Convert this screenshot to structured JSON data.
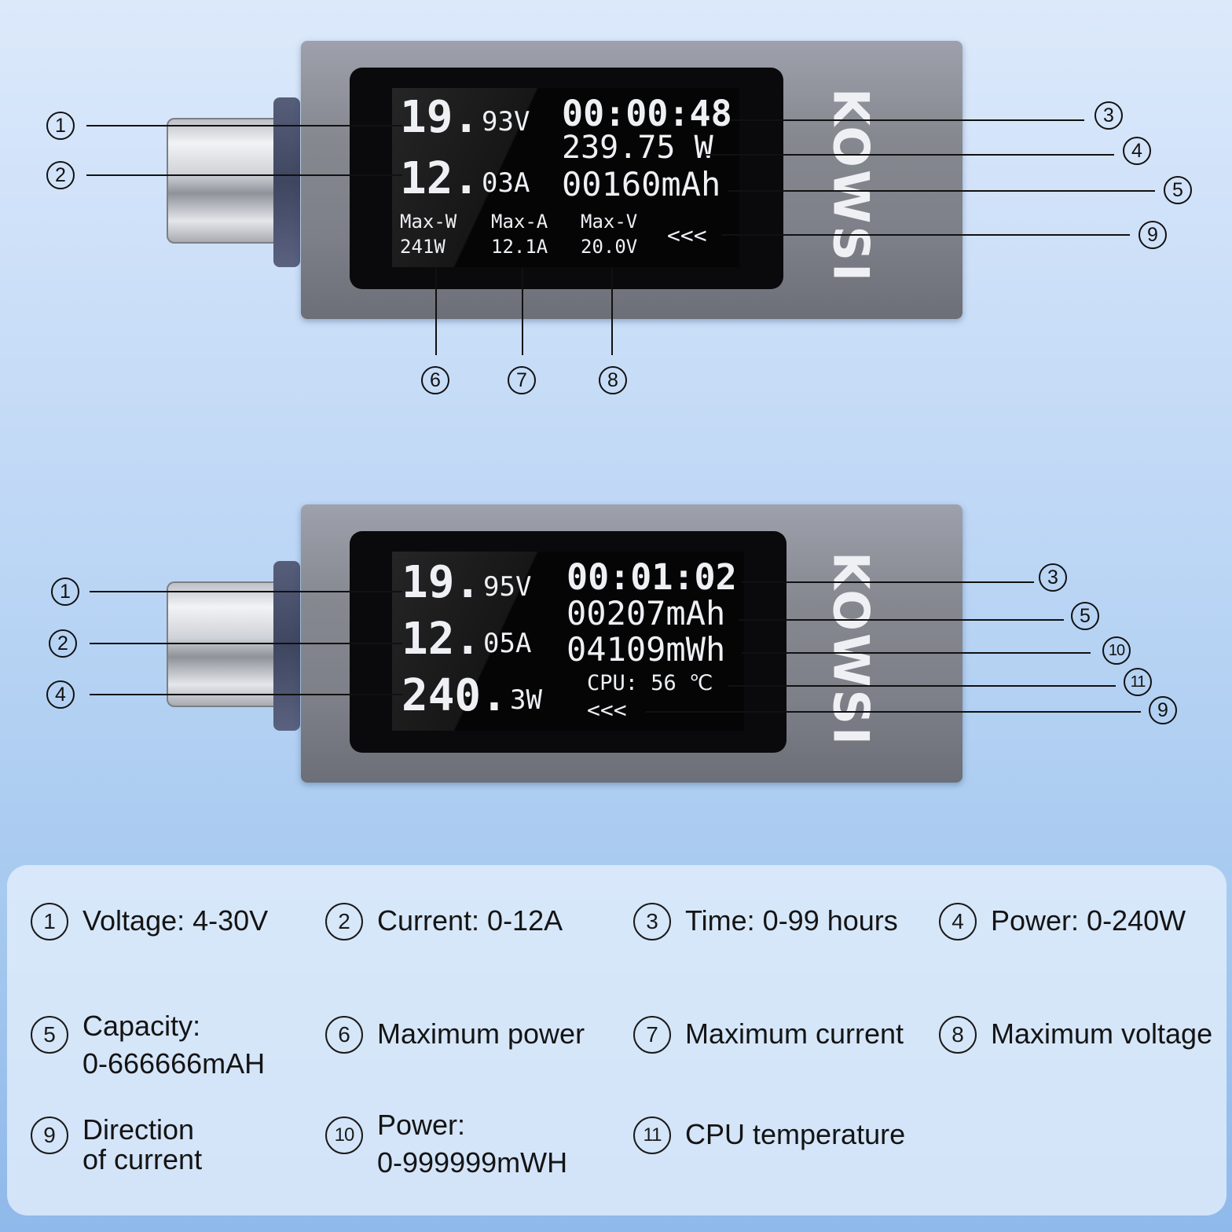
{
  "brand": "KOWSI",
  "device_top": {
    "voltage_int": "19.",
    "voltage_dec": "93V",
    "current_int": "12.",
    "current_dec": "03A",
    "time": "00:00:48",
    "power": "239.75 W",
    "capacity": "00160mAh",
    "max_w_label": "Max-W",
    "max_a_label": "Max-A",
    "max_v_label": "Max-V",
    "max_w_value": "241W",
    "max_a_value": "12.1A",
    "max_v_value": "20.0V",
    "direction": "<<<"
  },
  "device_bottom": {
    "voltage_int": "19.",
    "voltage_dec": "95V",
    "current_int": "12.",
    "current_dec": "05A",
    "power_int": "240.",
    "power_dec": "3W",
    "time": "00:01:02",
    "capacity": "00207mAh",
    "energy": "04109mWh",
    "cpu": "CPU: 56 ℃",
    "direction": "<<<"
  },
  "markers": {
    "m1": "①",
    "m2": "②",
    "m3": "③",
    "m4": "④",
    "m5": "⑤",
    "m6": "⑥",
    "m7": "⑦",
    "m8": "⑧",
    "m9": "⑨",
    "m10": "⑩",
    "m11": "⑪"
  },
  "legend": [
    {
      "num": "1",
      "text": "Voltage: 4-30V"
    },
    {
      "num": "2",
      "text": "Current: 0-12A"
    },
    {
      "num": "3",
      "text": "Time: 0-99 hours"
    },
    {
      "num": "4",
      "text": "Power: 0-240W"
    },
    {
      "num": "5",
      "line1": "Capacity:",
      "line2": "0-666666mAH"
    },
    {
      "num": "6",
      "text": "Maximum power"
    },
    {
      "num": "7",
      "text": "Maximum current"
    },
    {
      "num": "8",
      "text": "Maximum voltage"
    },
    {
      "num": "9",
      "line1": "Direction",
      "line2": "of current"
    },
    {
      "num": "10",
      "line1": "Power:",
      "line2": "0-999999mWH"
    },
    {
      "num": "11",
      "text": "CPU temperature"
    }
  ],
  "colors": {
    "background_top": "#dce9fb",
    "background_bottom": "#8fb9ea",
    "device_body": "#85888f",
    "screen": "#050506",
    "lcd_text": "#eef0f4"
  }
}
